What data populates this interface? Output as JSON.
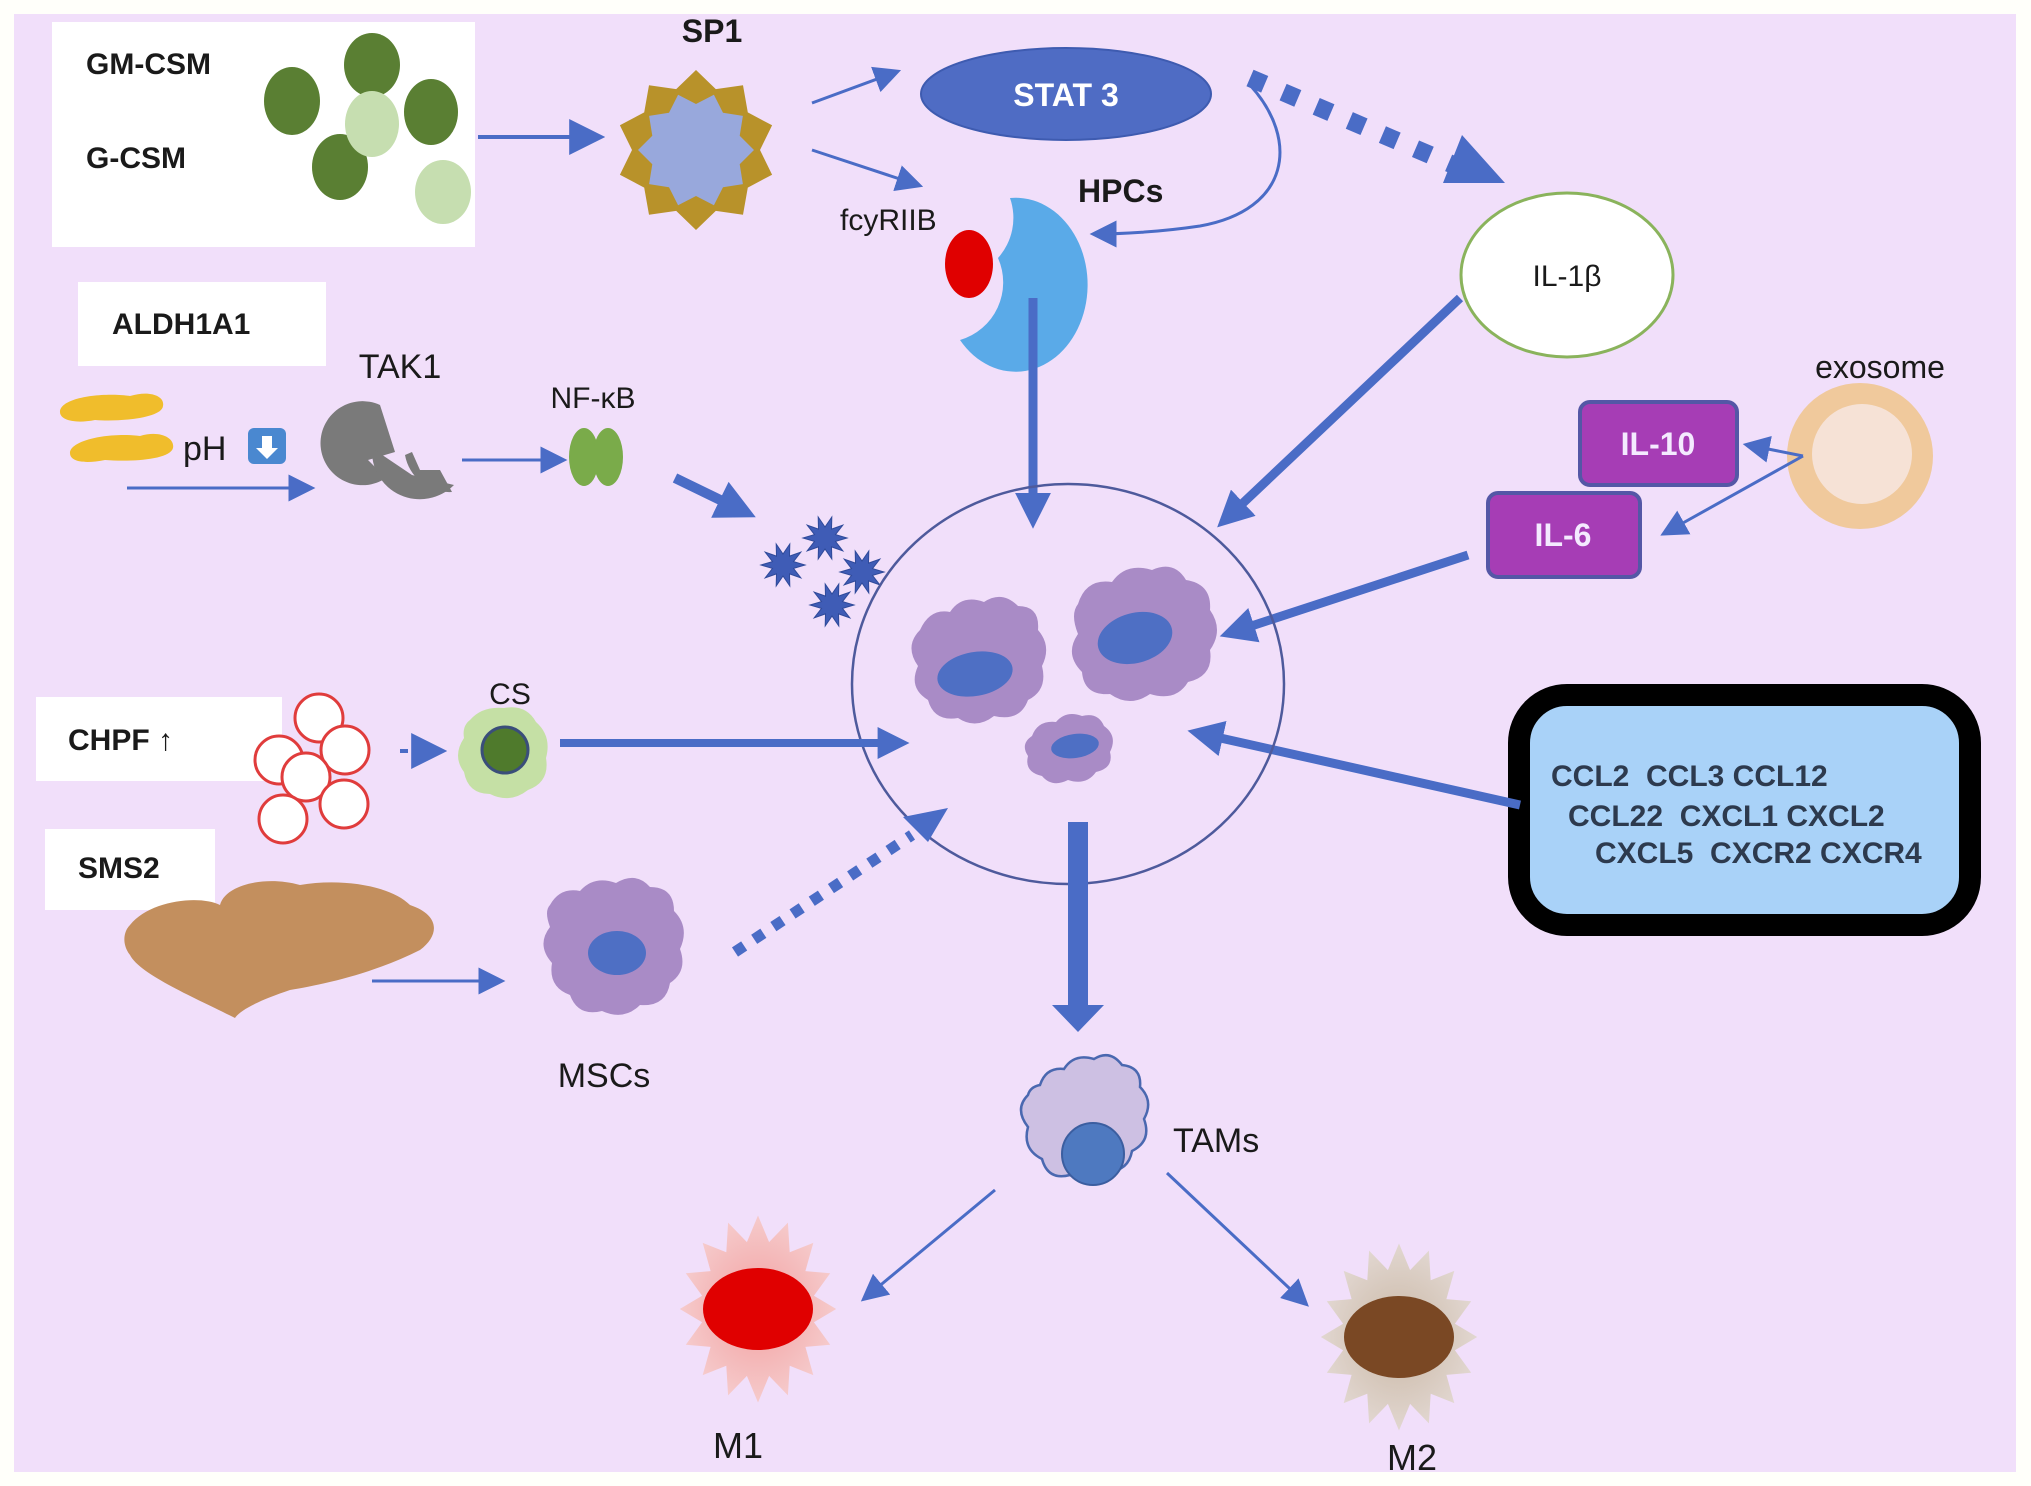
{
  "figure": {
    "background_color": "#f1dffa",
    "arrow_color": "#4a6cc6"
  },
  "inputs": {
    "gm_csm": "GM-CSM",
    "g_csm": "G-CSM",
    "aldh1a1": "ALDH1A1",
    "ph": "pH",
    "ph_direction": "down",
    "chpf": "CHPF ↑",
    "sms2": "SMS2"
  },
  "nodes": {
    "sp1": "SP1",
    "stat3": "STAT 3",
    "hpcs": "HPCs",
    "fcyriib": "fcyRIIB",
    "il1b": "IL-1β",
    "exosome": "exosome",
    "il10": "IL-10",
    "il6": "IL-6",
    "tak1": "TAK1",
    "nfkb": "NF-κB",
    "cs": "CS",
    "mscs": "MSCs",
    "tams": "TAMs",
    "m1": "M1",
    "m2": "M2"
  },
  "chemokines": {
    "lines": [
      "CCL2  CCL3 CCL12",
      "CCL22  CXCL1 CXCL2",
      "CXCL5  CXCR2 CXCR4"
    ]
  },
  "colors": {
    "dark_green": "#5a7f33",
    "light_green": "#c6deb0",
    "sp1_outer": "#b8922a",
    "sp1_inner": "#98a8dc",
    "stat3": "#4f6cc4",
    "hpcs": "#5aaae8",
    "fcyriib": "#e00000",
    "interleukin_box": "#a63db5",
    "interleukin_border": "#5457a6",
    "exosome_outer": "#f0c99c",
    "exosome_inner": "#f6e2d6",
    "tumor_cell": "#a98bc6",
    "nucleus": "#4e6fc4",
    "chemokine_box": "#a9d2f8",
    "m1_core": "#e00000",
    "m2_core": "#7a4824"
  }
}
